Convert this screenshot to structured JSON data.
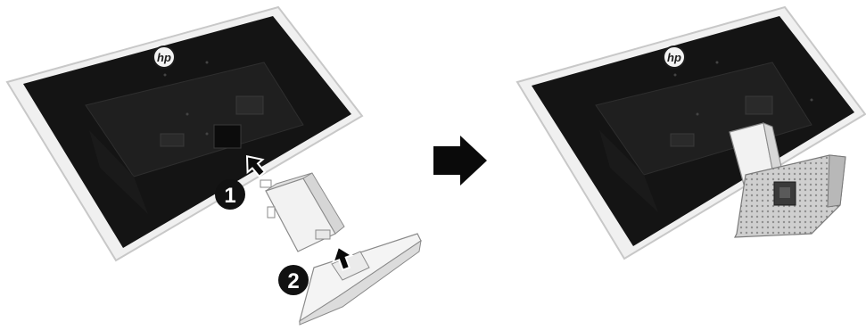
{
  "brand": {
    "logo_text": "hp"
  },
  "steps": [
    {
      "number": "1"
    },
    {
      "number": "2"
    }
  ],
  "colors": {
    "monitor_frame": "#ececec",
    "panel": "#141414",
    "panel_detail": "#222222",
    "stand": "#f2f2f2",
    "stand_line": "#8a8a8a",
    "arrow": "#0a0a0a"
  },
  "icons": {
    "hp_logo": "hp-logo-icon",
    "step_badge": "circled-number-icon",
    "insert_arrow": "insert-arrow-icon",
    "result_arrow": "right-arrow-icon"
  }
}
